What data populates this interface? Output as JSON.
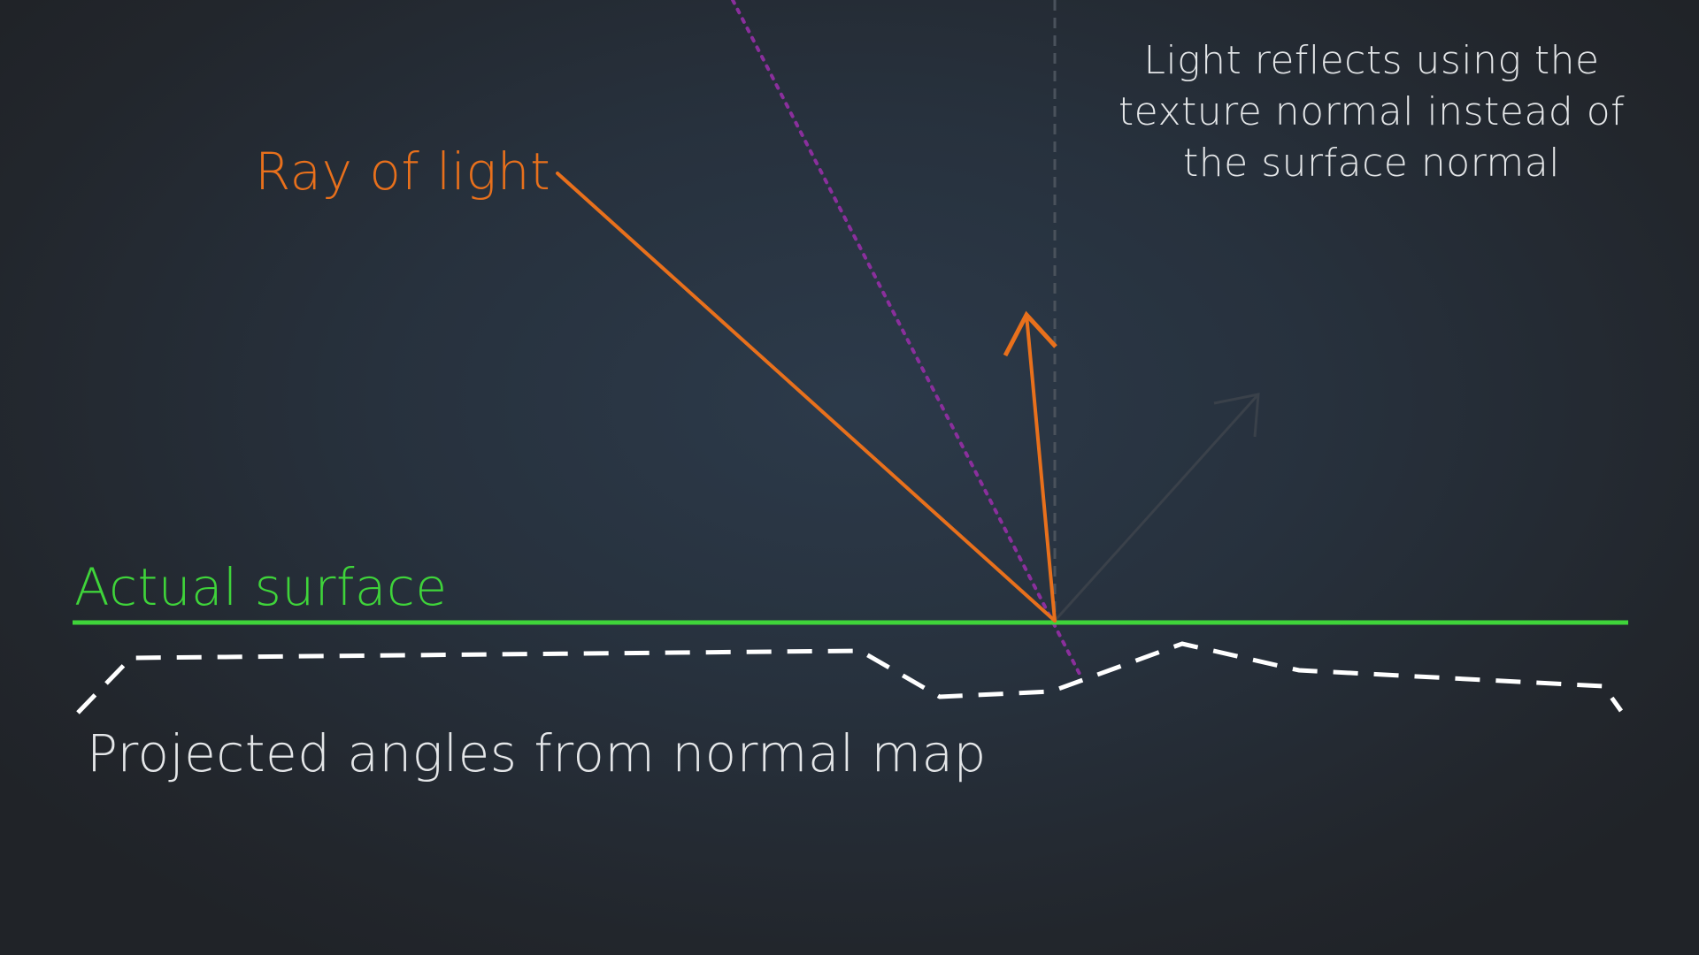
{
  "labels": {
    "ray_of_light": "Ray of light",
    "actual_surface": "Actual surface",
    "projected_angles": "Projected angles from normal map",
    "reflection_note": "Light reflects using the texture normal instead of the surface normal"
  },
  "colors": {
    "background": "#22262d",
    "light_ray": "#e8701c",
    "actual_surface": "#3fd43a",
    "normal_map_profile": "#ffffff",
    "texture_normal": "#8a2f9c",
    "surface_normal": "#4a525c",
    "ideal_reflection": "#3a414a",
    "text_light": "#e4e6e8"
  },
  "icons": {
    "reflected_arrow_head": "arrow-head",
    "ideal_reflection_arrow_head": "arrow-head"
  }
}
